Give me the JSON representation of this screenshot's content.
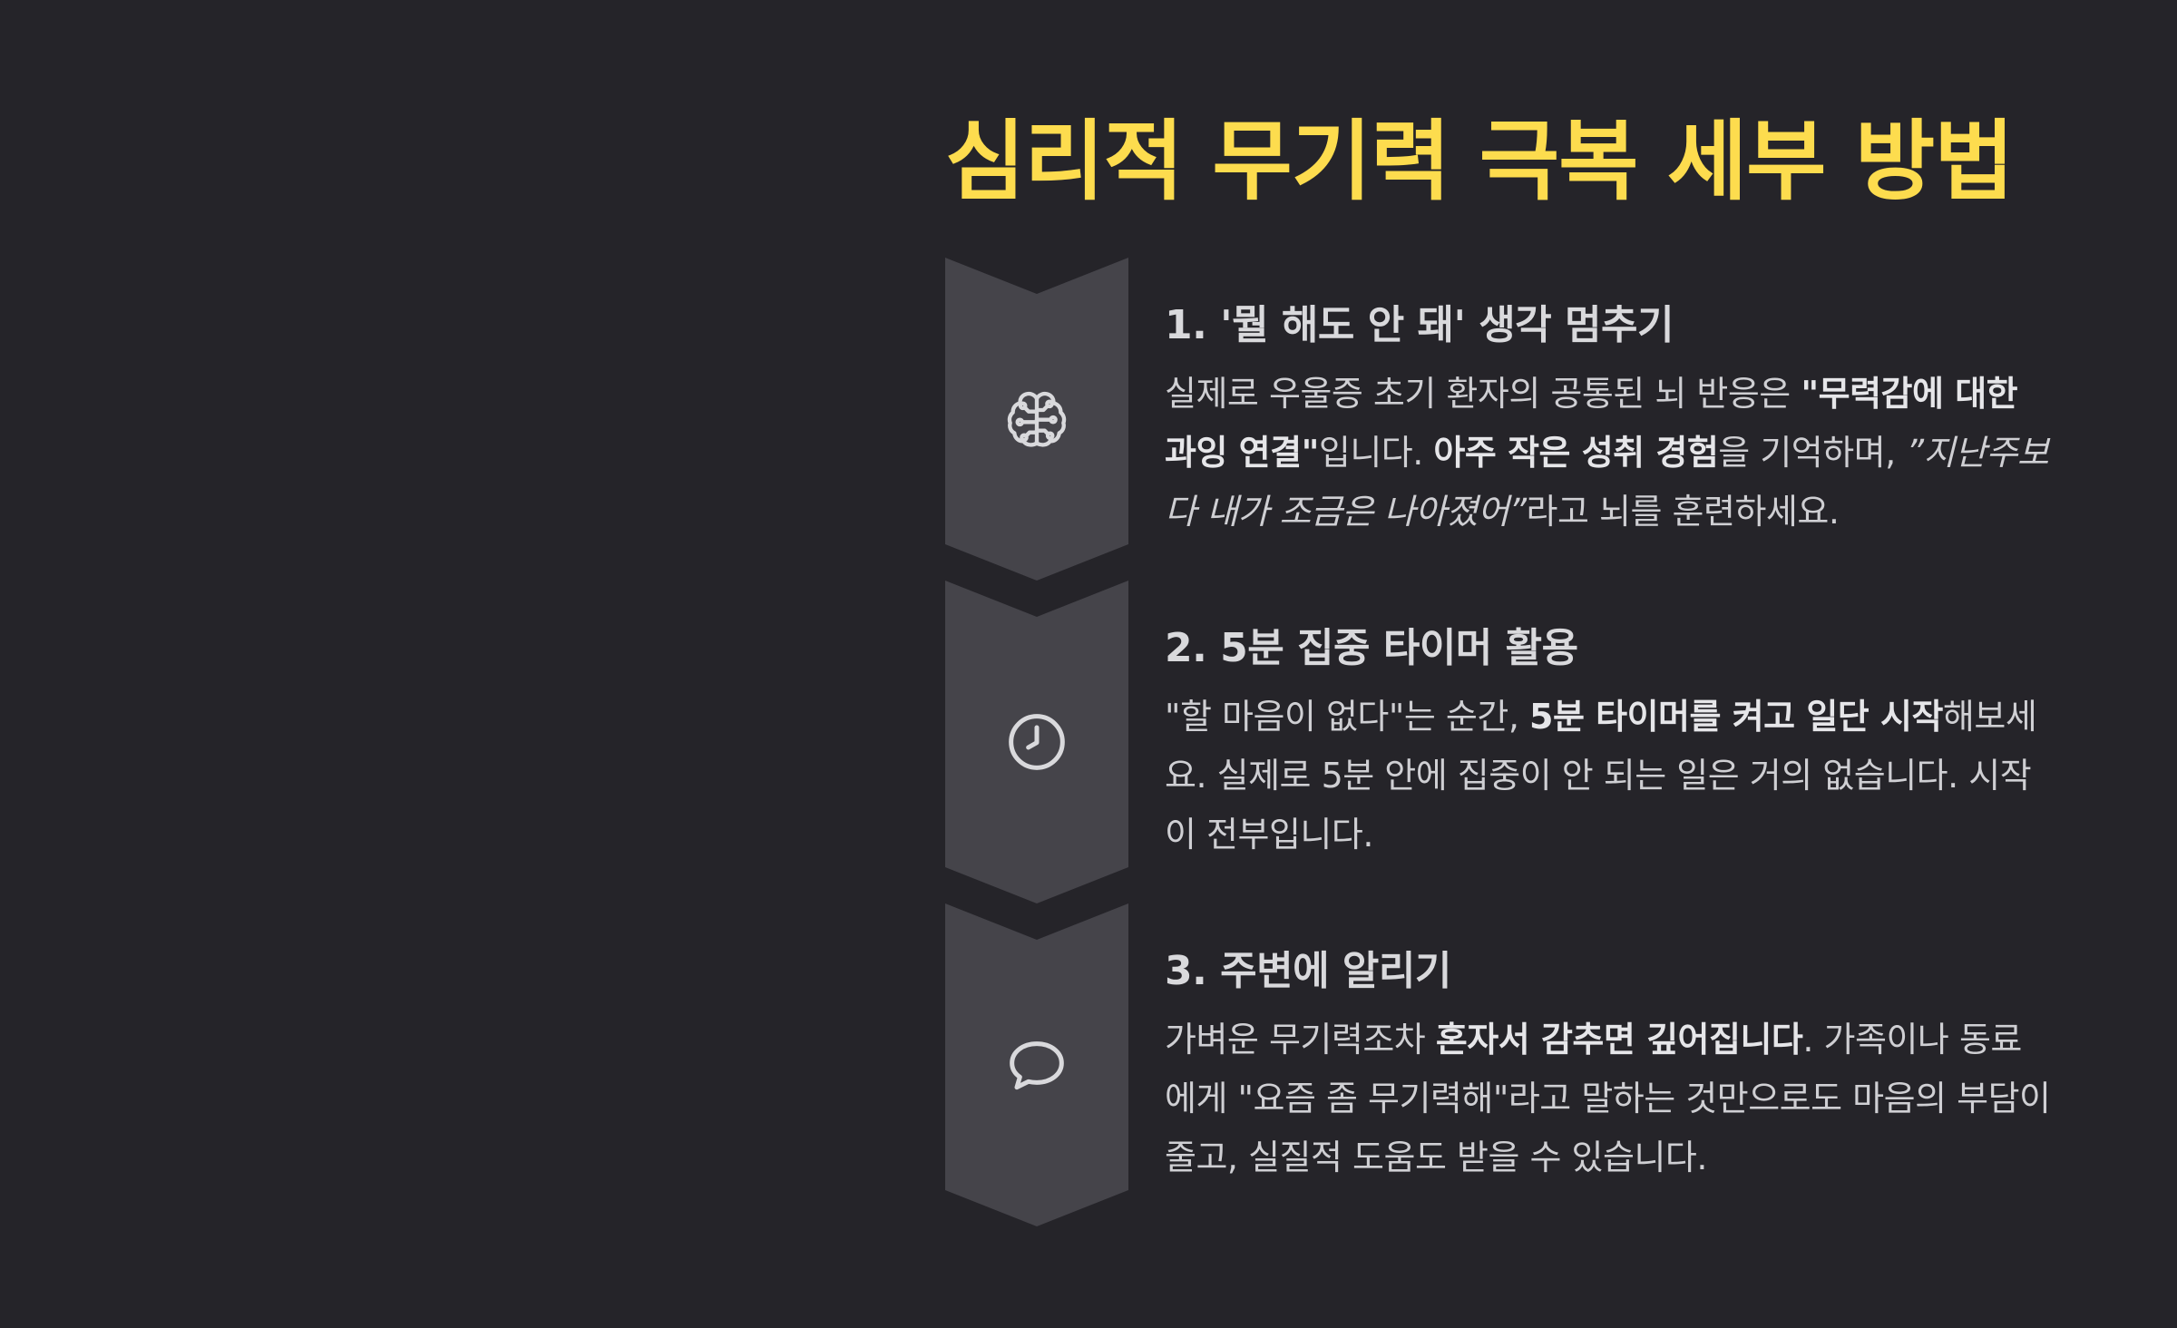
{
  "slide": {
    "title": "심리적 무기력 극복 세부 방법",
    "colors": {
      "background": "#252429",
      "title": "#fddc4e",
      "chevron": "#45444a",
      "text": "#cfcfd3"
    }
  },
  "steps": [
    {
      "icon": "brain-icon",
      "heading": "1. '뭘 해도 안 돼' 생각 멈추기",
      "body": {
        "t1": "실제로 우울증 초기 환자의 공통된 뇌 반응은 ",
        "b1": "\"무력감에 대한 과잉 연결\"",
        "t2": "입니다. ",
        "b2": "아주 작은 성취 경험",
        "t3": "을 기억하며, ",
        "i1": "”지난주보다 내가 조금은 나아졌어”",
        "t4": "라고 뇌를 훈련하세요."
      }
    },
    {
      "icon": "clock-icon",
      "heading": "2. 5분 집중 타이머 활용",
      "body": {
        "t1": "\"할 마음이 없다\"는 순간, ",
        "b1": "5분 타이머를 켜고 일단 시작",
        "t2": "해보세요. 실제로 5분 안에 집중이 안 되는 일은 거의 없습니다. 시작이 전부입니다."
      }
    },
    {
      "icon": "chat-bubble-icon",
      "heading": "3. 주변에 알리기",
      "body": {
        "t1": "가벼운 무기력조차 ",
        "b1": "혼자서 감추면 깊어집니다",
        "t2": ". 가족이나 동료에게 \"요즘 좀 무기력해\"라고 말하는 것만으로도 마음의 부담이 줄고, 실질적 도움도 받을 수 있습니다."
      }
    }
  ]
}
